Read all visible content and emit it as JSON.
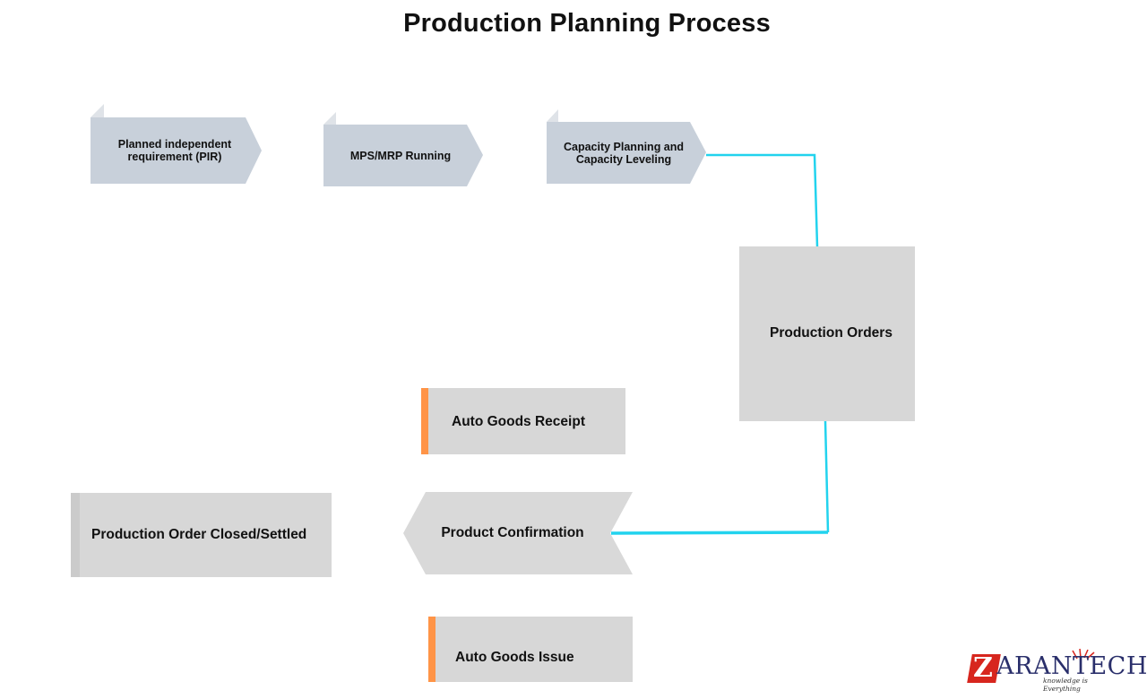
{
  "title": "Production Planning Process",
  "steps": {
    "pir": "Planned independent requirement (PIR)",
    "mps_mrp": "MPS/MRP Running",
    "capacity": "Capacity Planning and Capacity Leveling",
    "production_orders": "Production Orders",
    "auto_goods_receipt": "Auto Goods Receipt",
    "product_confirmation": "Product Confirmation",
    "order_closed": "Production Order Closed/Settled",
    "auto_goods_issue": "Auto Goods Issue"
  },
  "logo": {
    "initial": "Z",
    "wordmark": "ARANTECH",
    "tagline": "knowledge is Everything"
  },
  "colors": {
    "chevron_fill": "#c8d0da",
    "box_fill": "#d7d7d7",
    "accent_bar": "#ff9447",
    "connector": "#22d3ee",
    "logo_red": "#d7261e",
    "logo_navy": "#2a2f6b"
  }
}
